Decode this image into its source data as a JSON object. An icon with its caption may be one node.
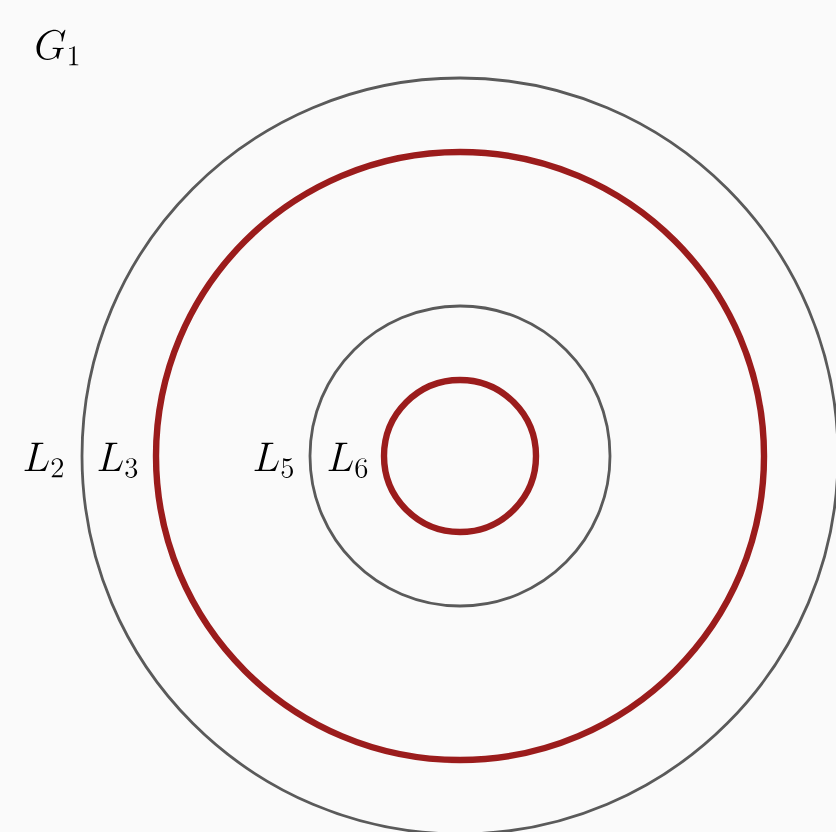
{
  "diagram": {
    "title": "G_1",
    "nodes": [
      {
        "text": [],
        "shape": "circle",
        "beside": [
          "L_2"
        ]
      },
      {
        "text": [],
        "shape": "circle",
        "in": 0,
        "beside": [
          "L_3"
        ]
      },
      {
        "text": [],
        "shape": "circle",
        "in": 1,
        "beside": [
          "L_5"
        ]
      },
      {
        "text": [],
        "shape": "circle",
        "in": 2,
        "beside": [
          "L_6"
        ]
      }
    ]
  }
}
